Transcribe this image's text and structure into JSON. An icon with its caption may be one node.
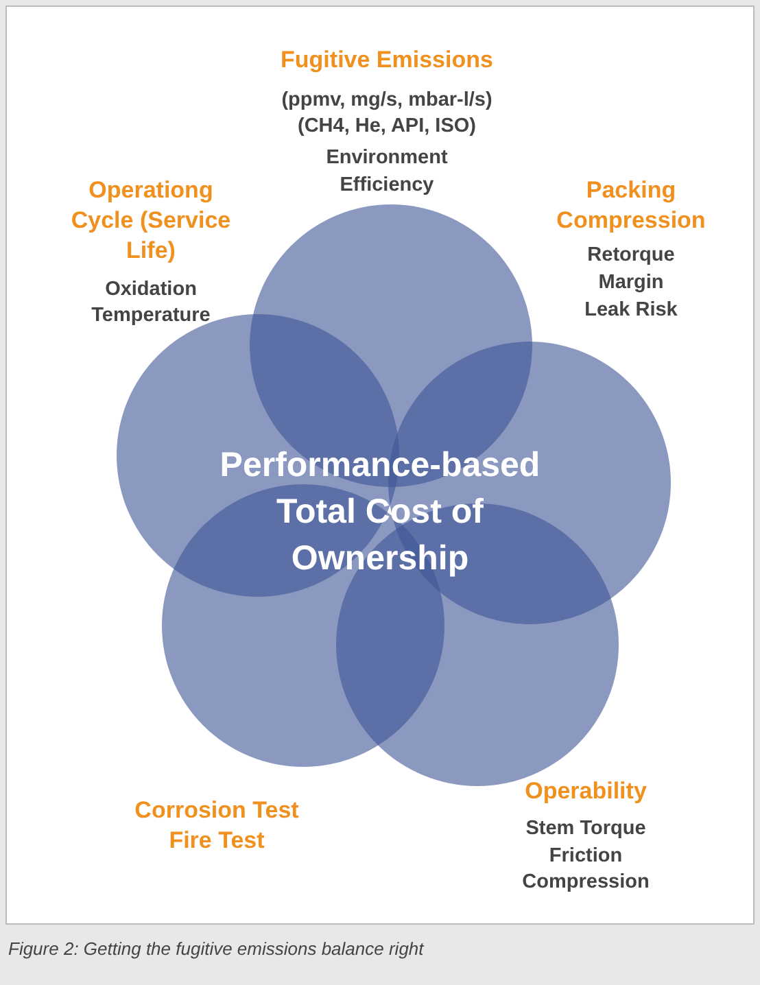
{
  "diagram": {
    "caption": "Figure 2: Getting the fugitive emissions balance right",
    "nodes": [
      {
        "text": [
          "Fugitive Emissions",
          "(ppmv, mg/s, mbar-l/s)",
          "(CH4, He, API, ISO)",
          "Environment",
          "Efficiency"
        ]
      },
      {
        "text": [
          "Operationg Cycle (Service Life)",
          "Oxidation",
          "Temperature"
        ]
      },
      {
        "text": [
          "Packing Compression",
          "Retorque",
          "Margin",
          "Leak Risk"
        ]
      },
      {
        "text": [
          "Corrosion Test",
          "Fire Test"
        ]
      },
      {
        "text": [
          "Operability",
          "Stem Torque",
          "Friction",
          "Compression"
        ]
      }
    ],
    "edges": [],
    "labels": [
      "Performance-based Total Cost of Ownership"
    ]
  }
}
